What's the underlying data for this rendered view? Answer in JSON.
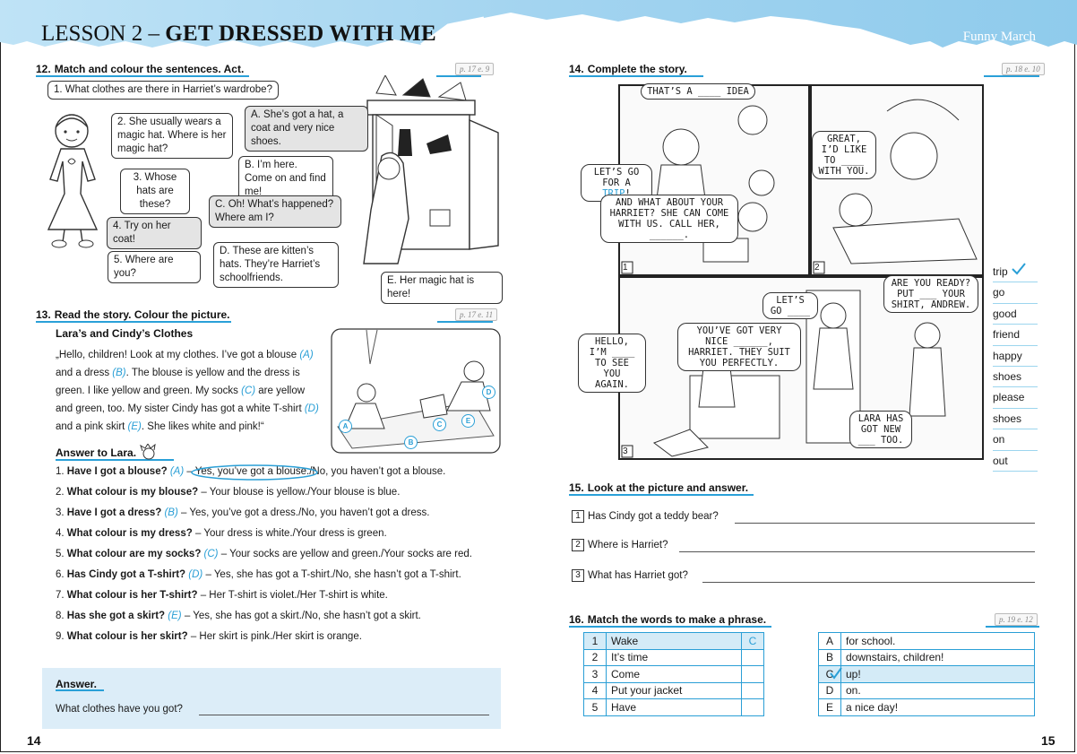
{
  "header": {
    "lesson_label": "LESSON 2 –",
    "lesson_title": "GET DRESSED WITH ME",
    "unit": "Funny March"
  },
  "ex12": {
    "num": "12.",
    "title": "Match and colour the sentences. Act.",
    "ref": "p. 17  e. 9",
    "bubbles": [
      "1. What clothes are there in Harriet’s wardrobe?",
      "2. She usually wears a magic hat. Where is her magic hat?",
      "3. Whose hats are these?",
      "4. Try on her coat!",
      "5. Where are you?",
      "A. She’s got a hat, a coat and very nice shoes.",
      "B. I’m here. Come on and find me!",
      "C. Oh! What’s happened? Where am I?",
      "D. These are kitten’s hats. They’re Harriet’s schoolfriends.",
      "E. Her magic hat is here!"
    ]
  },
  "ex13": {
    "num": "13.",
    "title": "Read the story. Colour the picture.",
    "ref": "p. 17  e. 11",
    "story_title": "Lara’s and Cindy’s Clothes",
    "story": [
      {
        "t": "„Hello, children! Look at my clothes. I’ve got a blouse "
      },
      {
        "t": "(A)",
        "b": true
      },
      {
        "t": " and a dress "
      },
      {
        "t": "(B)",
        "b": true
      },
      {
        "t": ". The blouse is yellow and the dress is green. I like yellow and green. My socks "
      },
      {
        "t": "(C)",
        "b": true
      },
      {
        "t": " are yellow and green, too. My sister Cindy has got a white T-shirt "
      },
      {
        "t": "(D)",
        "b": true
      },
      {
        "t": " and a pink skirt "
      },
      {
        "t": "(E)",
        "b": true
      },
      {
        "t": ". She likes white and pink!“"
      }
    ],
    "pic_labels": [
      "A",
      "B",
      "C",
      "D",
      "E"
    ],
    "answer_title": "Answer to Lara.",
    "questions": [
      {
        "n": "1.",
        "q": "Have I got a blouse?",
        "tag": "(A)",
        "a": "– Yes, you’ve got a blouse./No, you haven’t got a blouse."
      },
      {
        "n": "2.",
        "q": "What colour is my blouse?",
        "tag": "",
        "a": "– Your blouse is yellow./Your blouse is blue."
      },
      {
        "n": "3.",
        "q": "Have I got a dress?",
        "tag": "(B)",
        "a": "– Yes, you’ve got a dress./No, you haven’t got a dress."
      },
      {
        "n": "4.",
        "q": "What colour is my dress?",
        "tag": "",
        "a": "– Your dress is white./Your dress is green."
      },
      {
        "n": "5.",
        "q": "What colour are my socks?",
        "tag": "(C)",
        "a": "– Your socks are yellow and green./Your socks are red."
      },
      {
        "n": "6.",
        "q": "Has Cindy got a T-shirt?",
        "tag": "(D)",
        "a": "– Yes, she has got a T-shirt./No, she hasn’t got a T-shirt."
      },
      {
        "n": "7.",
        "q": "What colour is her T-shirt?",
        "tag": "",
        "a": "– Her T-shirt is violet./Her T-shirt is white."
      },
      {
        "n": "8.",
        "q": "Has she got a skirt?",
        "tag": "(E)",
        "a": "– Yes, she has got a skirt./No, she hasn’t got a skirt."
      },
      {
        "n": "9.",
        "q": "What colour is her skirt?",
        "tag": "",
        "a": "– Her skirt is pink./Her skirt is orange."
      }
    ]
  },
  "answer_box": {
    "title": "Answer.",
    "question": "What clothes have you got?"
  },
  "ex14": {
    "num": "14.",
    "title": "Complete the story.",
    "ref": "p. 18  e. 10",
    "panel_nums": [
      "1",
      "2",
      "3"
    ],
    "texts": [
      "THAT’S A ____ IDEA",
      "LET’S GO FOR A",
      "TRIP",
      "AND WHAT ABOUT YOUR HARRIET? SHE CAN COME WITH US. CALL HER, ______.",
      "GREAT, I’D LIKE TO ____ WITH YOU.",
      "HELLO, I’M ____ TO SEE YOU AGAIN.",
      "YOU’VE GOT VERY NICE ______, HARRIET. THEY SUIT YOU PERFECTLY.",
      "LET’S GO ____",
      "ARE YOU READY? PUT ___ YOUR SHIRT, ANDREW.",
      "LARA HAS GOT NEW ___ TOO."
    ],
    "words": [
      "trip",
      "go",
      "good",
      "friend",
      "happy",
      "shoes",
      "please",
      "shoes",
      "on",
      "out"
    ]
  },
  "ex15": {
    "num": "15.",
    "title": "Look at the picture and answer.",
    "questions": [
      {
        "n": "1",
        "q": "Has Cindy got a teddy bear?"
      },
      {
        "n": "2",
        "q": "Where is Harriet?"
      },
      {
        "n": "3",
        "q": "What has Harriet got?"
      }
    ]
  },
  "ex16": {
    "num": "16.",
    "title": "Match the words to make a phrase.",
    "ref": "p. 19  e. 12",
    "left": [
      {
        "n": "1",
        "w": "Wake",
        "a": "C"
      },
      {
        "n": "2",
        "w": "It’s time",
        "a": ""
      },
      {
        "n": "3",
        "w": "Come",
        "a": ""
      },
      {
        "n": "4",
        "w": "Put your jacket",
        "a": ""
      },
      {
        "n": "5",
        "w": "Have",
        "a": ""
      }
    ],
    "right": [
      {
        "n": "A",
        "w": "for school."
      },
      {
        "n": "B",
        "w": "downstairs, children!"
      },
      {
        "n": "C",
        "w": "up!"
      },
      {
        "n": "D",
        "w": "on."
      },
      {
        "n": "E",
        "w": "a nice day!"
      }
    ]
  },
  "pages": {
    "left": "14",
    "right": "15"
  },
  "colors": {
    "accent": "#2a9fd6",
    "header_blue": "#9fd2ef",
    "highlight": "#d4ebf7"
  }
}
